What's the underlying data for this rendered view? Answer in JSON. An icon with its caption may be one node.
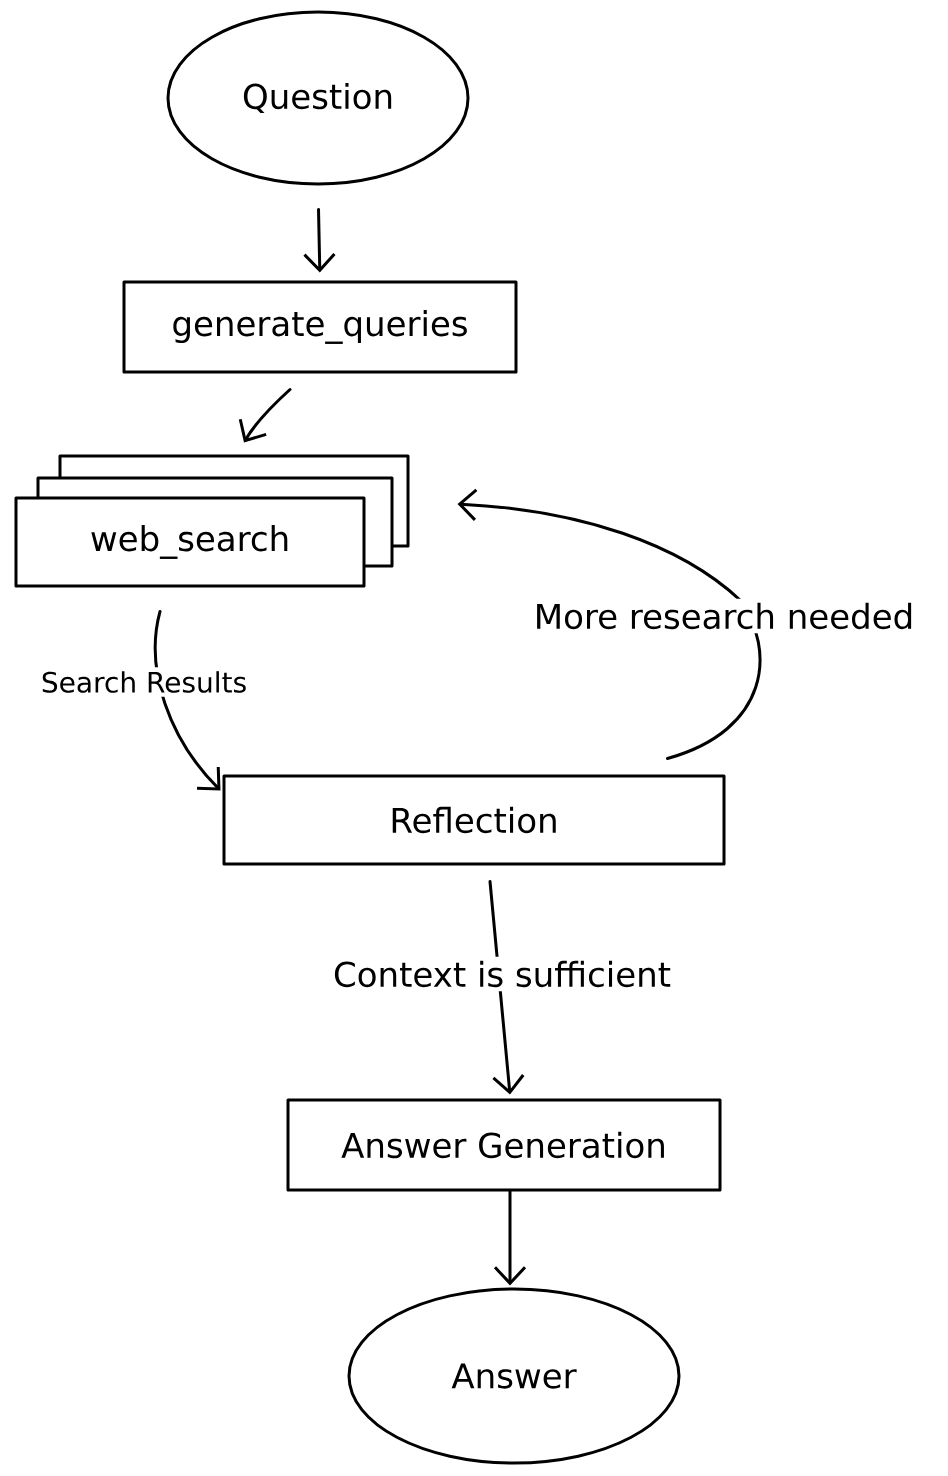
{
  "diagram": {
    "nodes": [
      {
        "text": [
          "Question"
        ]
      },
      {
        "text": [
          "generate_queries"
        ]
      },
      {
        "text": [
          "web_search"
        ]
      },
      {
        "text": [
          "Reflection"
        ]
      },
      {
        "text": [
          "Answer Generation"
        ]
      },
      {
        "text": [
          "Answer"
        ]
      }
    ],
    "edges": [
      {
        "from": 0,
        "to": 1,
        "arrow": "to"
      },
      {
        "from": 1,
        "to": 2,
        "arrow": "to"
      },
      {
        "from": 2,
        "to": 3,
        "arrow": "to",
        "label": "Search Results"
      },
      {
        "from": 3,
        "to": 2,
        "arrow": "to",
        "label": "More research needed"
      },
      {
        "from": 3,
        "to": 4,
        "arrow": "to",
        "label": "Context is sufficient"
      },
      {
        "from": 4,
        "to": 5,
        "arrow": "to"
      }
    ]
  }
}
